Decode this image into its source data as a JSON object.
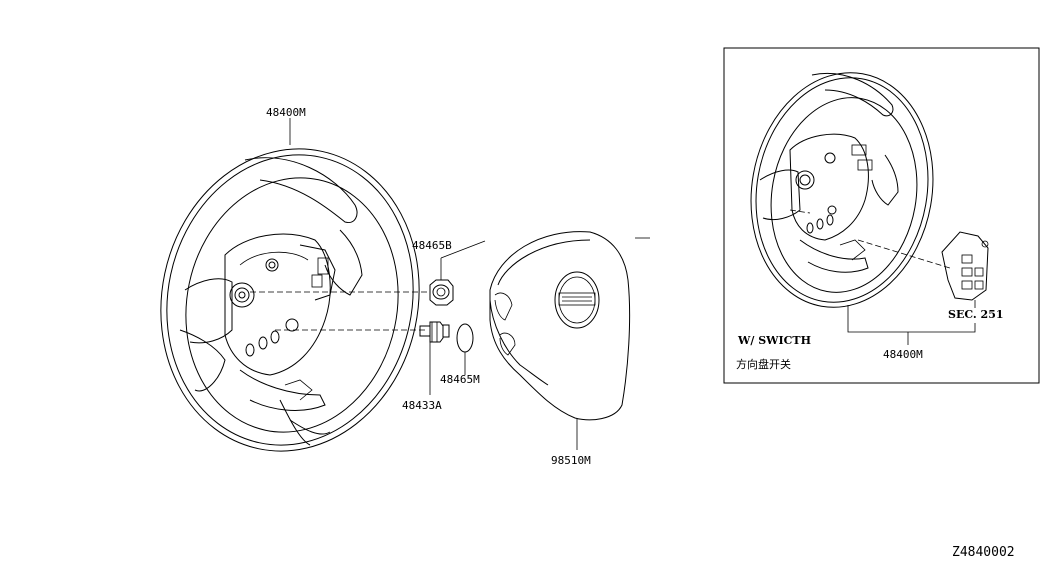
{
  "labels": {
    "wheel_main": "48400M",
    "nut": "48465B",
    "bolt": "48433A",
    "cap": "48465M",
    "airbag": "98510M",
    "inset_wheel": "48400M",
    "inset_switch_sec": "SEC. 251",
    "inset_title_en": "W/ SWICTH",
    "inset_title_cn": "方向盘开关"
  },
  "diagram_code": "Z4840002"
}
